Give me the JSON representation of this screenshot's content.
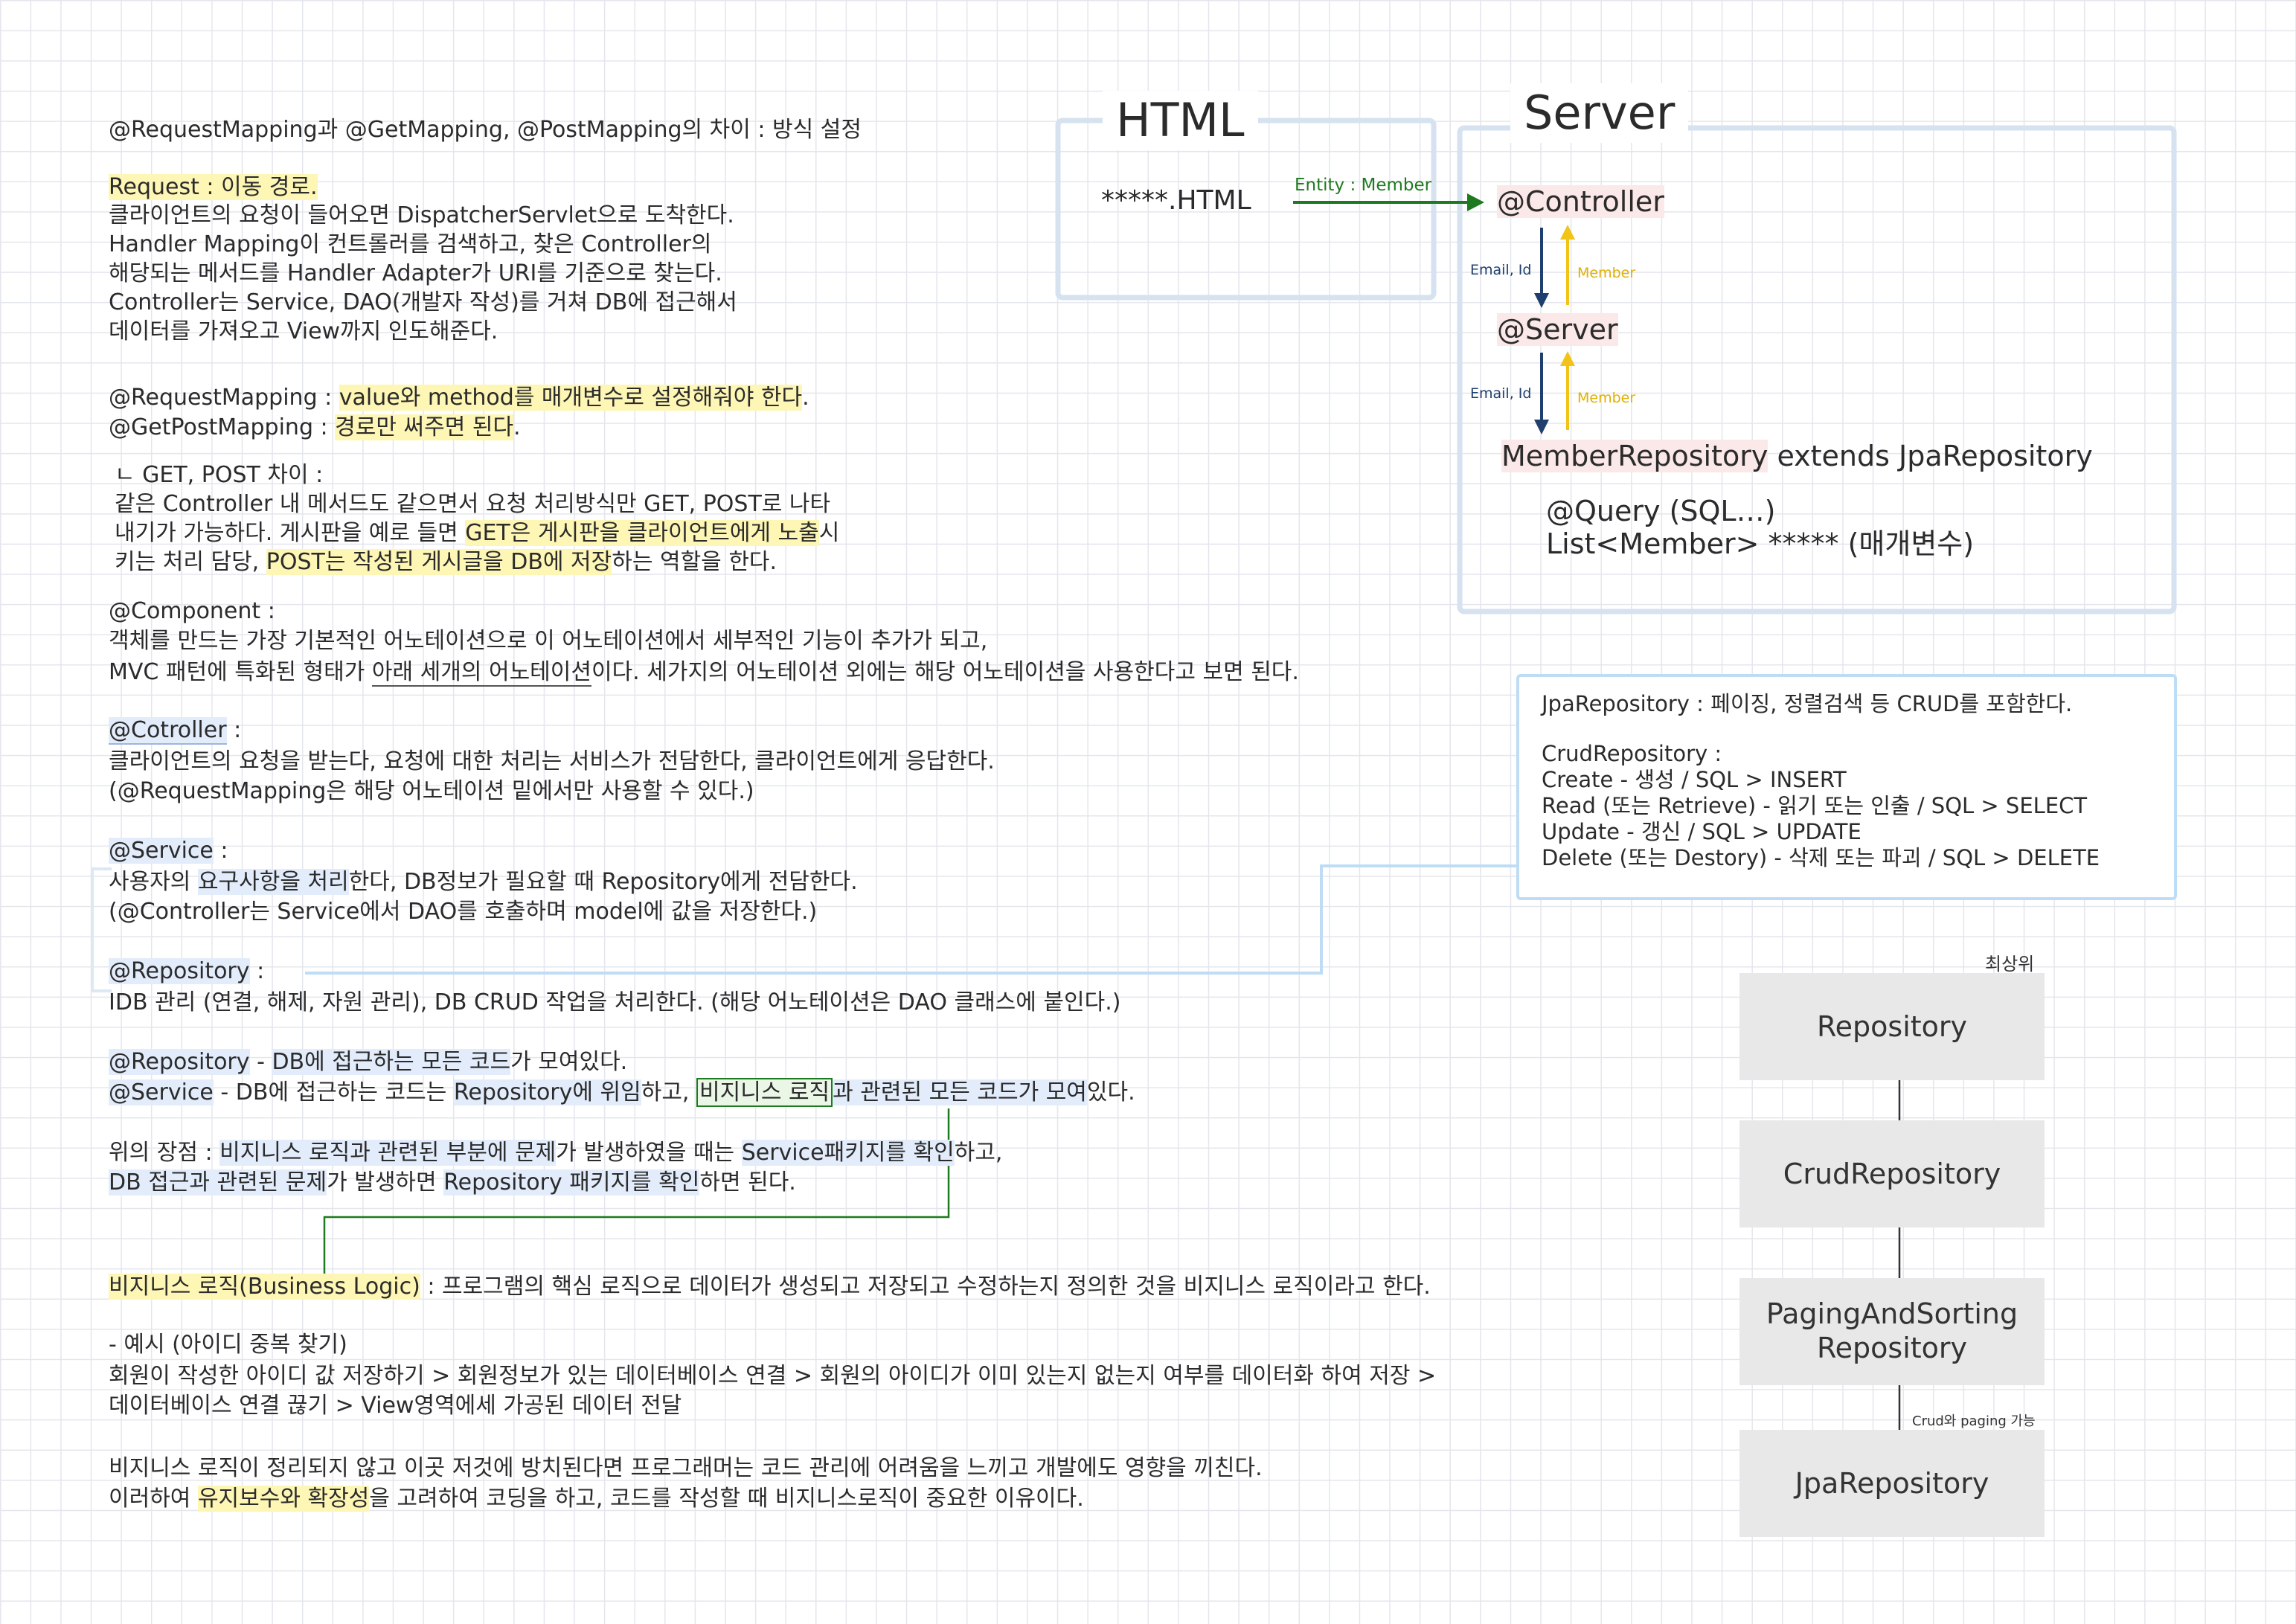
{
  "notes": {
    "title": "@RequestMapping과 @GetMapping, @PostMapping의 차이 : 방식 설정",
    "request_heading": "Request : 이동 경로.",
    "request_lines": [
      "클라이언트의 요청이 들어오면 DispatcherServlet으로 도착한다.",
      "Handler Mapping이 컨트롤러를 검색하고, 찾은 Controller의",
      "해당되는 메서드를 Handler Adapter가 URI를 기준으로 찾는다.",
      "Controller는 Service, DAO(개발자 작성)를 거쳐 DB에 접근해서",
      "데이터를 가져오고 View까지 인도해준다."
    ],
    "rm_prefix": "@RequestMapping : ",
    "rm_hl": "value와 method를 매개변수로 설정해줘야 한다",
    "rm_end": ".",
    "gpm_prefix": "@GetPostMapping : ",
    "gpm_hl": "경로만 써주면 된다",
    "gpm_end": ".",
    "diff_head": "ㄴ GET, POST 차이 :",
    "diff_line1": "같은 Controller 내 메서드도 같으면서 요청 처리방식만 GET, POST로 나타",
    "diff_line2_a": "내기가 가능하다. 게시판을 예로 들면 ",
    "diff_line2_hl": "GET은 게시판을 클라이언트에게 노출",
    "diff_line2_b": "시",
    "diff_line3_a": "키는 처리 담당, ",
    "diff_line3_hl": "POST는 작성된 게시글을 DB에 저장",
    "diff_line3_b": "하는 역할을 한다.",
    "component_head": "@Component :",
    "component_line1": "객체를 만드는 가장 기본적인 어노테이션으로 이 어노테이션에서 세부적인 기능이 추가가 되고,",
    "component_line2_a": "MVC 패턴에 특화된 형태가 ",
    "component_line2_ul": "아래 세개의 어노테이션",
    "component_line2_b": "이다. 세가지의 어노테이션 외에는 해당 어노테이션을 사용한다고 보면 된다.",
    "controller_head": "@Cotroller",
    "controller_colon": " :",
    "controller_line1": " 클라이언트의 요청을 받는다, 요청에 대한 처리는 서비스가 전담한다, 클라이언트에게 응답한다.",
    "controller_line2": "(@RequestMapping은 해당 어노테이션 밑에서만 사용할 수 있다.)",
    "service_head": "@Service",
    "service_colon": " :",
    "service_line1_a": "사용자의 ",
    "service_line1_hl": "요구사항을 처리",
    "service_line1_b": "한다, DB정보가 필요할 때 Repository에게 전담한다.",
    "service_line2": "(@Controller는 Service에서 DAO를 호출하며 model에 값을 저장한다.)",
    "repo_head": "@Repository",
    "repo_colon": " :",
    "repo_line1": "IDB 관리 (연결, 해제, 자원 관리), DB CRUD 작업을 처리한다. (해당 어노테이션은 DAO 클래스에 붙인다.)",
    "cmp1_a": "@Repository",
    "cmp1_b": " - ",
    "cmp1_hl": "DB에 접근하는 모든 코드",
    "cmp1_c": "가 모여있다.",
    "cmp2_a": "@Service",
    "cmp2_b": " - DB에 접근하는 코드는 ",
    "cmp2_hl1": "Repository에 위임",
    "cmp2_c": "하고, ",
    "cmp2_box": "비지니스 로직",
    "cmp2_hl2": "과 관련된 모든 코드가 모여",
    "cmp2_d": "있다.",
    "adv1_a": "위의 장점 : ",
    "adv1_hl": "비지니스 로직과 관련된 부분에 문제",
    "adv1_b": "가 발생하였을 때는 ",
    "adv1_hl2": "Service패키지를 확인",
    "adv1_c": "하고,",
    "adv2_hl": "DB 접근과 관련된 문제",
    "adv2_a": "가 발생하면 ",
    "adv2_hl2": "Repository 패키지를 확인",
    "adv2_b": "하면 된다.",
    "bl_hl": "비지니스 로직(Business Logic)",
    "bl_rest": " : 프로그램의 핵심 로직으로 데이터가 생성되고 저장되고 수정하는지 정의한 것을 비지니스 로직이라고 한다.",
    "ex_head": "- 예시 (아이디 중복 찾기)",
    "ex_line1": "회원이 작성한 아이디 값 저장하기 > 회원정보가 있는 데이터베이스 연결 > 회원의 아이디가 이미 있는지 없는지 여부를 데이터화 하여 저장 >",
    "ex_line2": "데이터베이스 연결 끊기 > View영역에세 가공된 데이터 전달",
    "end_line1": "비지니스 로직이 정리되지 않고 이곳 저것에 방치된다면 프로그래머는 코드 관리에 어려움을 느끼고 개발에도 영향을 끼친다.",
    "end_line2_a": "이러하여 ",
    "end_line2_hl": "유지보수와 확장성",
    "end_line2_b": "을 고려하여 코딩을 하고, 코드를 작성할 때 비지니스로직이 중요한 이유이다."
  },
  "diagram": {
    "html_title": "HTML",
    "server_title": "Server",
    "html_file": "*****.HTML",
    "entity_label": "Entity : Member",
    "controller": "@Controller",
    "server_node": "@Server",
    "down_label1": "Email, Id",
    "up_label1": "Member",
    "down_label2": "Email, Id",
    "up_label2": "Member",
    "repo_hl": "MemberRepository",
    "repo_rest": " extends JpaRepository",
    "query": "@Query (SQL…)",
    "list_line": "List<Member> ***** (매개변수)"
  },
  "jpa_box": {
    "line1": "JpaRepository : 페이징, 정렬검색 등 CRUD를 포함한다.",
    "crud_head": "CrudRepository :",
    "create": "Create - 생성 / SQL > INSERT",
    "read": "Read (또는 Retrieve) - 읽기 또는 인출 / SQL > SELECT",
    "update": "Update - 갱신 / SQL > UPDATE",
    "delete": "Delete (또는 Destory) - 삭제 또는 파괴 / SQL > DELETE"
  },
  "hierarchy": {
    "top_label": "최상위",
    "repository": "Repository",
    "crud": "CrudRepository",
    "paging1": "PagingAndSorting",
    "paging2": "Repository",
    "jpa": "JpaRepository",
    "note": "Crud와 paging 가능"
  },
  "colors": {
    "highlight_yellow": "#fdf6b5",
    "highlight_blue": "#e3ecfb",
    "arrow_green": "#1e7a1e",
    "arrow_navy": "#1f3f6e",
    "arrow_yellow": "#f2c417",
    "box_border": "#cfe0f3"
  }
}
